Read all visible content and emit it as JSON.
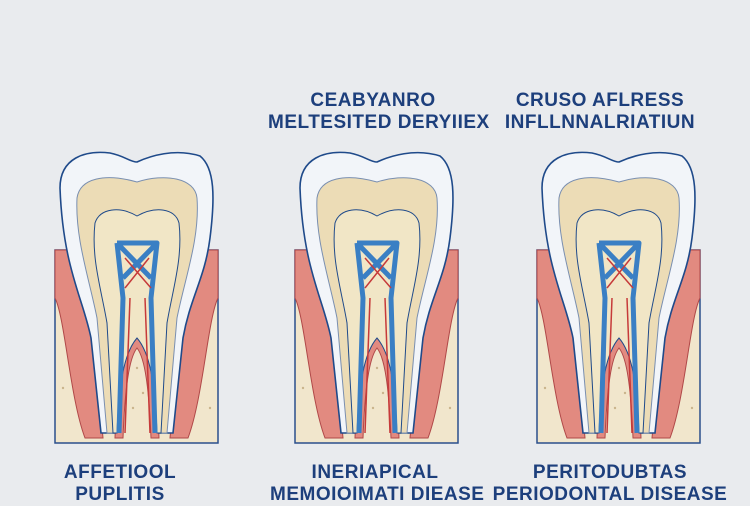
{
  "colors": {
    "text": "#1d3f7c",
    "outline": "#1f4a8a",
    "enamel": "#f2f5f9",
    "dentin": "#ecdcb6",
    "pulp": "#f1e6c6",
    "gum": "#e28a80",
    "bone": "#f1e6cc",
    "canal": "#3a7fc4",
    "vessel": "#c63a3a"
  },
  "panels": [
    {
      "top_title": [
        "",
        ""
      ],
      "bottom_title": [
        "AFFETIOOL",
        "PUPLITIS"
      ]
    },
    {
      "top_title": [
        "CEABYANRO",
        "MELTESITED DERYIIEX"
      ],
      "bottom_title": [
        "INERIAPICAL",
        "MEMOIOIMATI DIEASE"
      ]
    },
    {
      "top_title": [
        "CRUSO AFLRESS",
        "INFLLNNALRIATIUN"
      ],
      "bottom_title": [
        "PERITODUBTAS",
        "PERIODONTAL DISEASE"
      ]
    }
  ]
}
